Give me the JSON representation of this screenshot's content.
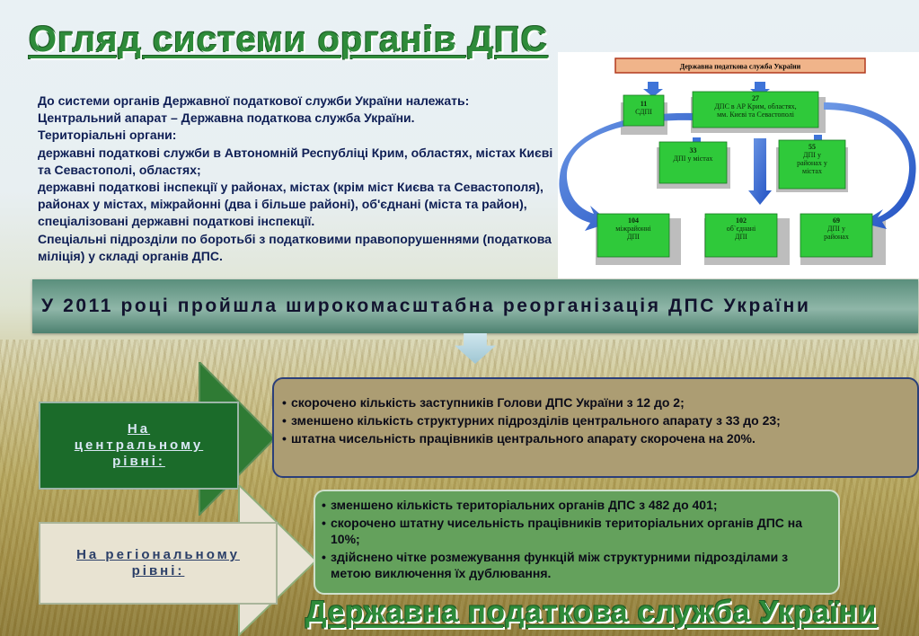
{
  "slide": {
    "title": "Огляд системи органів ДПС",
    "footer": "Державна податкова служба України",
    "colors": {
      "title_green": "#2e8b3a",
      "diagram_box_green": "#2fc93a",
      "central_box": "#ac9d73",
      "regional_box": "#64a15c",
      "banner": "#7ba89a"
    }
  },
  "intro": {
    "paragraphs": [
      "До системи органів Державної податкової служби України належать:",
      "Центральний апарат – Державна податкова служба України.",
      "Територіальні органи:",
      "державні податкові служби в Автономній Республіці Крим, областях, містах Києві та Севастополі, областях;",
      "державні податкові інспекції у районах, містах (крім міст Києва та Севастополя), районах у містах, міжрайонні (два і більше районі), об'єднані (міста та район), спеціалізовані державні податкові інспекції.",
      "Спеціальні підрозділи по боротьбі з податковими правопорушеннями (податкова міліція) у складі органів ДПС."
    ]
  },
  "diagram": {
    "top": "Державна податкова служба України",
    "nodes": [
      {
        "lines": [
          "11",
          "СДПІ"
        ]
      },
      {
        "lines": [
          "27",
          "ДПС в АР Крим, областях,",
          "мм. Києві та Севастополі"
        ]
      },
      {
        "lines": [
          "33",
          "ДПІ у містах"
        ]
      },
      {
        "lines": [
          "55",
          "ДПІ у",
          "районах у",
          "містах"
        ]
      },
      {
        "lines": [
          "104",
          "міжрайонні",
          "ДПІ"
        ]
      },
      {
        "lines": [
          "102",
          "об`єднані",
          "ДПІ"
        ]
      },
      {
        "lines": [
          "69",
          "ДПІ у",
          "районах"
        ]
      }
    ]
  },
  "banner": {
    "text": "У 2011 році пройшла широкомасштабна реорганізація ДПС України"
  },
  "central": {
    "label_lines": [
      "На",
      "центральному",
      "рівні:"
    ],
    "points": [
      "скорочено кількість заступників Голови ДПС України з 12 до 2;",
      "зменшено кількість структурних підрозділів центрального апарату з 33 до 23;",
      "штатна чисельність працівників центрального апарату скорочена на 20%."
    ]
  },
  "regional": {
    "label_lines": [
      "На регіональному",
      "рівні:"
    ],
    "points": [
      "зменшено кількість територіальних органів ДПС з 482 до 401;",
      "скорочено штатну чисельність працівників територіальних органів ДПС на 10%;",
      "здійснено чітке розмежування функцій між структурними підрозділами з метою виключення їх дублювання."
    ]
  }
}
